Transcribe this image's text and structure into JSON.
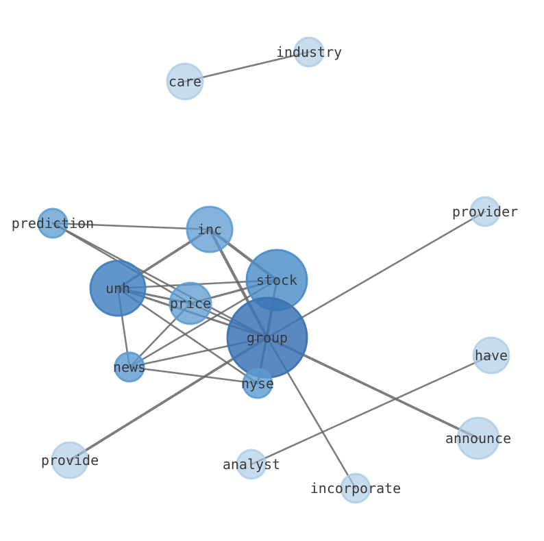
{
  "nodes": [
    {
      "id": "industry",
      "label": "industry",
      "weight": 1,
      "color": "#a9c9e4",
      "opacity": 0.65
    },
    {
      "id": "care",
      "label": "care",
      "weight": 2,
      "color": "#a9c9e4",
      "opacity": 0.65
    },
    {
      "id": "provider",
      "label": "provider",
      "weight": 1,
      "color": "#a9c9e4",
      "opacity": 0.65
    },
    {
      "id": "prediction",
      "label": "prediction",
      "weight": 2,
      "color": "#5b9bd0",
      "opacity": 0.75
    },
    {
      "id": "inc",
      "label": "inc",
      "weight": 4,
      "color": "#5b9bd0",
      "opacity": 0.75
    },
    {
      "id": "stock",
      "label": "stock",
      "weight": 7,
      "color": "#4d8cc7",
      "opacity": 0.82
    },
    {
      "id": "unh",
      "label": "unh",
      "weight": 5,
      "color": "#3f7fbf",
      "opacity": 0.82
    },
    {
      "id": "price",
      "label": "price",
      "weight": 3,
      "color": "#5b9bd0",
      "opacity": 0.75
    },
    {
      "id": "group",
      "label": "group",
      "weight": 9,
      "color": "#3c74b4",
      "opacity": 0.85
    },
    {
      "id": "have",
      "label": "have",
      "weight": 2,
      "color": "#a9c9e4",
      "opacity": 0.65
    },
    {
      "id": "news",
      "label": "news",
      "weight": 2,
      "color": "#5b9bd0",
      "opacity": 0.8
    },
    {
      "id": "nyse",
      "label": "nyse",
      "weight": 2,
      "color": "#5b9bd0",
      "opacity": 0.8
    },
    {
      "id": "announce",
      "label": "announce",
      "weight": 3,
      "color": "#a9c9e4",
      "opacity": 0.65
    },
    {
      "id": "provide",
      "label": "provide",
      "weight": 2,
      "color": "#a9c9e4",
      "opacity": 0.65
    },
    {
      "id": "analyst",
      "label": "analyst",
      "weight": 1,
      "color": "#a9c9e4",
      "opacity": 0.65
    },
    {
      "id": "incorporate",
      "label": "incorporate",
      "weight": 1,
      "color": "#a9c9e4",
      "opacity": 0.65
    }
  ],
  "edges": [
    {
      "source": "care",
      "target": "industry",
      "weight": 2
    },
    {
      "source": "prediction",
      "target": "inc",
      "weight": 2
    },
    {
      "source": "prediction",
      "target": "group",
      "weight": 2
    },
    {
      "source": "prediction",
      "target": "price",
      "weight": 2
    },
    {
      "source": "inc",
      "target": "unh",
      "weight": 4
    },
    {
      "source": "inc",
      "target": "stock",
      "weight": 5
    },
    {
      "source": "inc",
      "target": "group",
      "weight": 5
    },
    {
      "source": "unh",
      "target": "stock",
      "weight": 2
    },
    {
      "source": "unh",
      "target": "price",
      "weight": 3
    },
    {
      "source": "unh",
      "target": "group",
      "weight": 3
    },
    {
      "source": "unh",
      "target": "news",
      "weight": 2
    },
    {
      "source": "unh",
      "target": "nyse",
      "weight": 2
    },
    {
      "source": "stock",
      "target": "price",
      "weight": 3
    },
    {
      "source": "stock",
      "target": "group",
      "weight": 3
    },
    {
      "source": "stock",
      "target": "news",
      "weight": 2
    },
    {
      "source": "stock",
      "target": "nyse",
      "weight": 2
    },
    {
      "source": "price",
      "target": "group",
      "weight": 2
    },
    {
      "source": "price",
      "target": "news",
      "weight": 2
    },
    {
      "source": "group",
      "target": "news",
      "weight": 2
    },
    {
      "source": "group",
      "target": "nyse",
      "weight": 2
    },
    {
      "source": "news",
      "target": "nyse",
      "weight": 2
    },
    {
      "source": "group",
      "target": "provider",
      "weight": 2
    },
    {
      "source": "group",
      "target": "provide",
      "weight": 4
    },
    {
      "source": "group",
      "target": "announce",
      "weight": 4
    },
    {
      "source": "group",
      "target": "incorporate",
      "weight": 2
    },
    {
      "source": "analyst",
      "target": "have",
      "weight": 2
    }
  ],
  "edge_color": "#666666"
}
